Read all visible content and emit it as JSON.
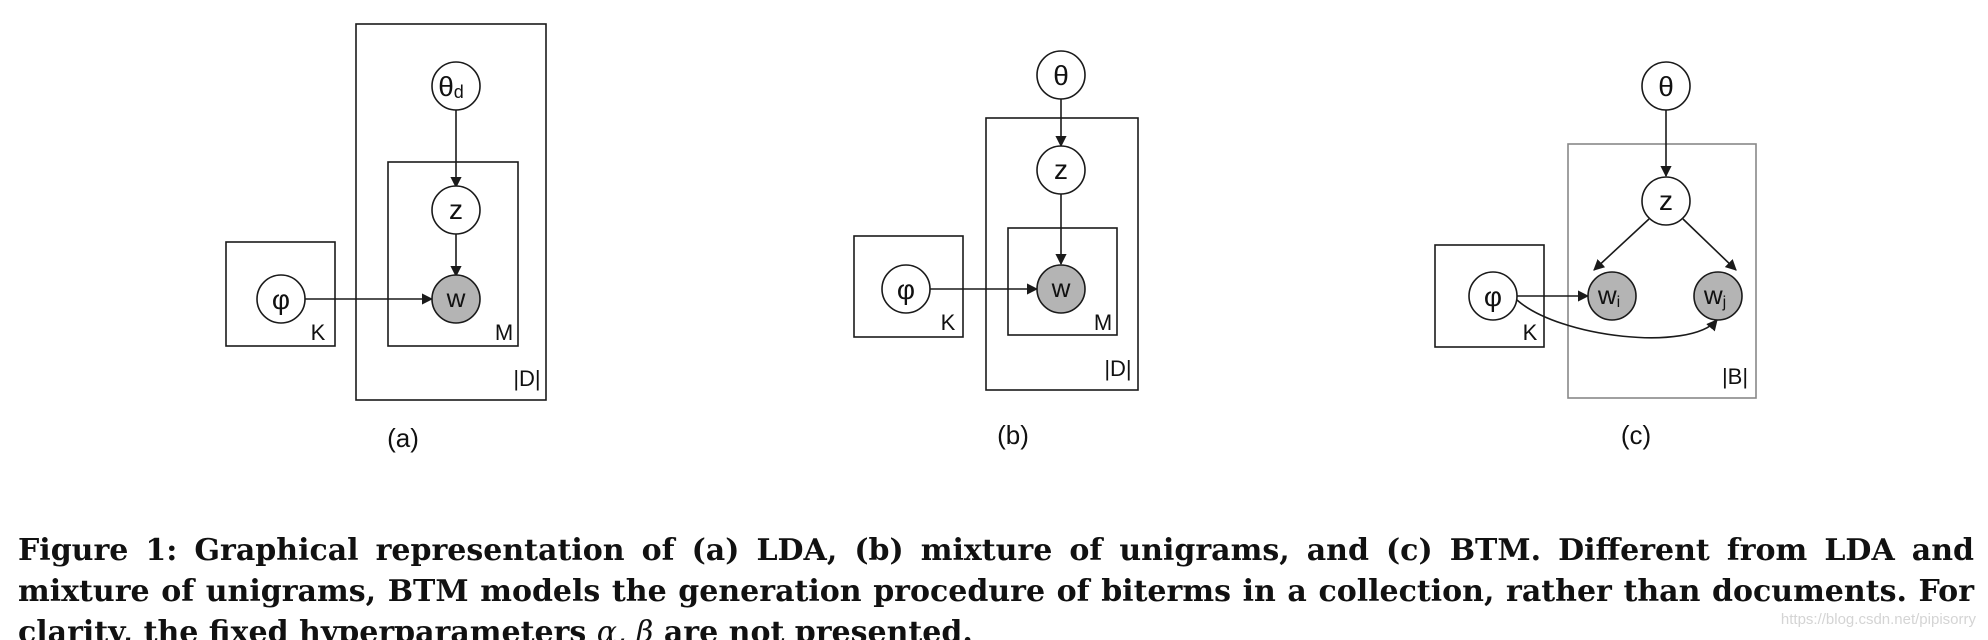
{
  "figure": {
    "panels": [
      {
        "id": "a",
        "label": "(a)",
        "nodes": {
          "phi": "φ",
          "theta": "θ",
          "theta_sub": "d",
          "z": "z",
          "w": "w"
        },
        "plates": {
          "outer_k": "K",
          "inner": "M",
          "outer": "|D|"
        }
      },
      {
        "id": "b",
        "label": "(b)",
        "nodes": {
          "phi": "φ",
          "theta": "θ",
          "z": "z",
          "w": "w"
        },
        "plates": {
          "outer_k": "K",
          "inner": "M",
          "outer": "|D|"
        }
      },
      {
        "id": "c",
        "label": "(c)",
        "nodes": {
          "phi": "φ",
          "theta": "θ",
          "z": "z",
          "wi": "w",
          "wi_sub": "i",
          "wj": "w",
          "wj_sub": "j"
        },
        "plates": {
          "outer_k": "K",
          "outer": "|B|"
        }
      }
    ],
    "colors": {
      "observed_fill": "#b4b4b4",
      "latent_fill": "#ffffff",
      "stroke": "#1a1a1a"
    }
  },
  "caption": {
    "lines": [
      "Figure 1: Graphical representation of (a) LDA, (b) mixture of unigrams, and (c) BTM. Different from LDA and mixture of unigrams, BTM models the generation procedure of biterms in a collection, rather than documents. For clarity, the fixed hyperparameters",
      "α, β",
      "are not presented."
    ]
  },
  "watermark": "https://blog.csdn.net/pipisorry"
}
